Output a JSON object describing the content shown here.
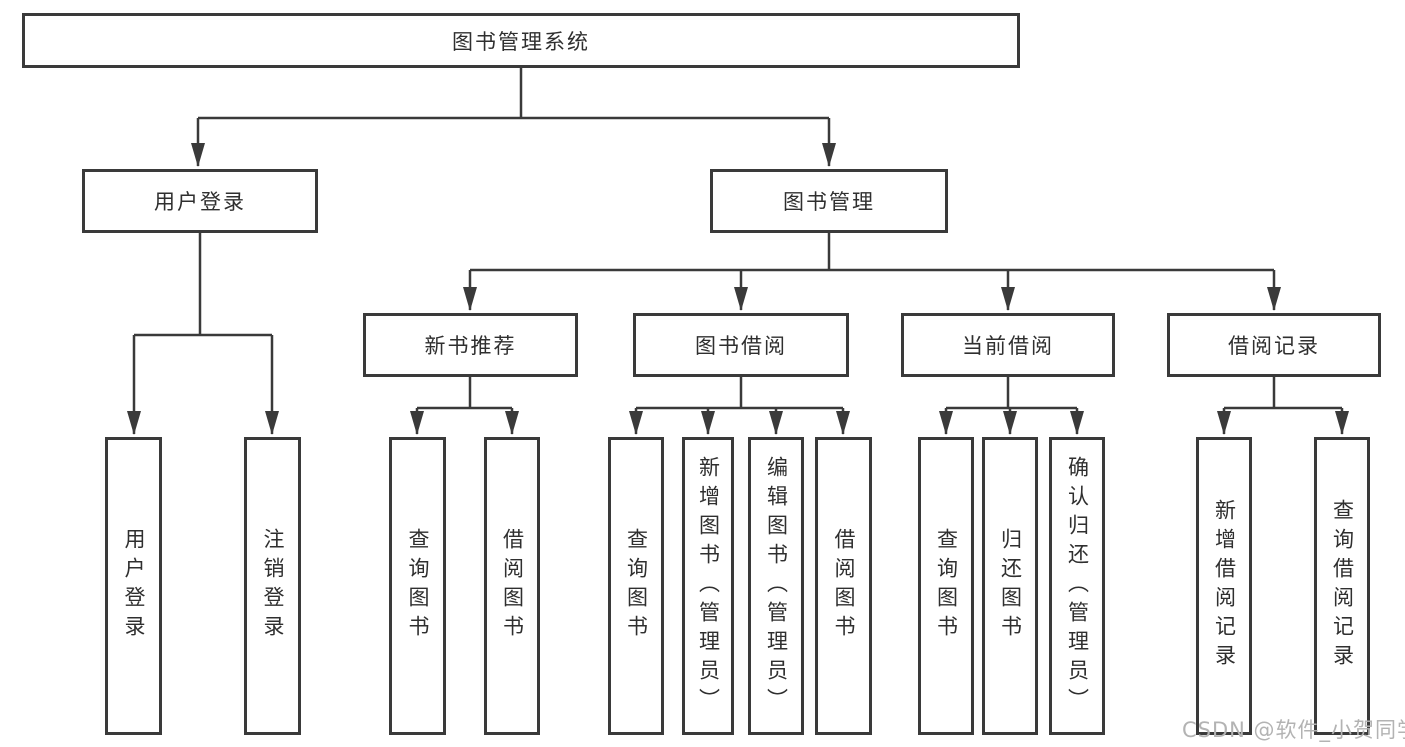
{
  "colors": {
    "line": "#3a3a3a",
    "box_border": "#3a3a3a",
    "text": "#2f2f2f",
    "background": "#ffffff",
    "watermark": "#b3b3b3"
  },
  "watermark": {
    "text": "CSDN @软件_小贺同学"
  },
  "tree": {
    "root": {
      "label": "图书管理系统"
    },
    "branches": [
      {
        "label": "用户登录",
        "children": [
          {
            "label": "用户登录"
          },
          {
            "label": "注销登录"
          }
        ]
      },
      {
        "label": "图书管理",
        "children": [
          {
            "label": "新书推荐",
            "children": [
              {
                "label": "查询图书"
              },
              {
                "label": "借阅图书"
              }
            ]
          },
          {
            "label": "图书借阅",
            "children": [
              {
                "label": "查询图书"
              },
              {
                "label": "新增图书（管理员）"
              },
              {
                "label": "编辑图书（管理员）"
              },
              {
                "label": "借阅图书"
              }
            ]
          },
          {
            "label": "当前借阅",
            "children": [
              {
                "label": "查询图书"
              },
              {
                "label": "归还图书"
              },
              {
                "label": "确认归还（管理员）"
              }
            ]
          },
          {
            "label": "借阅记录",
            "children": [
              {
                "label": "新增借阅记录"
              },
              {
                "label": "查询借阅记录"
              }
            ]
          }
        ]
      }
    ]
  }
}
